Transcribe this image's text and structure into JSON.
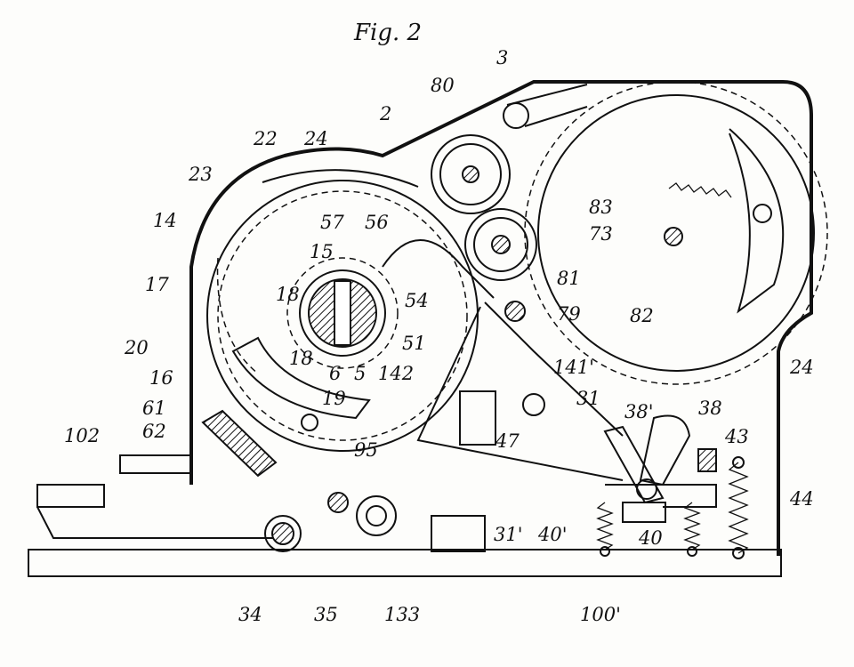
{
  "figure": {
    "title": "Fig. 2",
    "labels": [
      {
        "id": "3",
        "text": "3"
      },
      {
        "id": "80",
        "text": "80"
      },
      {
        "id": "2",
        "text": "2"
      },
      {
        "id": "22",
        "text": "22"
      },
      {
        "id": "24a",
        "text": "24"
      },
      {
        "id": "23",
        "text": "23"
      },
      {
        "id": "14",
        "text": "14"
      },
      {
        "id": "57",
        "text": "57"
      },
      {
        "id": "56",
        "text": "56"
      },
      {
        "id": "83",
        "text": "83"
      },
      {
        "id": "73",
        "text": "73"
      },
      {
        "id": "15",
        "text": "15"
      },
      {
        "id": "17",
        "text": "17"
      },
      {
        "id": "18a",
        "text": "18"
      },
      {
        "id": "54",
        "text": "54"
      },
      {
        "id": "81",
        "text": "81"
      },
      {
        "id": "79",
        "text": "79"
      },
      {
        "id": "82",
        "text": "82"
      },
      {
        "id": "20",
        "text": "20"
      },
      {
        "id": "18b",
        "text": "18"
      },
      {
        "id": "51",
        "text": "51"
      },
      {
        "id": "6",
        "text": "6"
      },
      {
        "id": "5",
        "text": "5"
      },
      {
        "id": "142",
        "text": "142"
      },
      {
        "id": "141p",
        "text": "141'"
      },
      {
        "id": "24b",
        "text": "24"
      },
      {
        "id": "16",
        "text": "16"
      },
      {
        "id": "19",
        "text": "19"
      },
      {
        "id": "31",
        "text": "31"
      },
      {
        "id": "61",
        "text": "61"
      },
      {
        "id": "38p",
        "text": "38'"
      },
      {
        "id": "38",
        "text": "38"
      },
      {
        "id": "62",
        "text": "62"
      },
      {
        "id": "47",
        "text": "47"
      },
      {
        "id": "43",
        "text": "43"
      },
      {
        "id": "102",
        "text": "102"
      },
      {
        "id": "95",
        "text": "95"
      },
      {
        "id": "44",
        "text": "44"
      },
      {
        "id": "31p",
        "text": "31'"
      },
      {
        "id": "40p",
        "text": "40'"
      },
      {
        "id": "40",
        "text": "40"
      },
      {
        "id": "34",
        "text": "34"
      },
      {
        "id": "35",
        "text": "35"
      },
      {
        "id": "133",
        "text": "133"
      },
      {
        "id": "100p",
        "text": "100'"
      }
    ]
  }
}
